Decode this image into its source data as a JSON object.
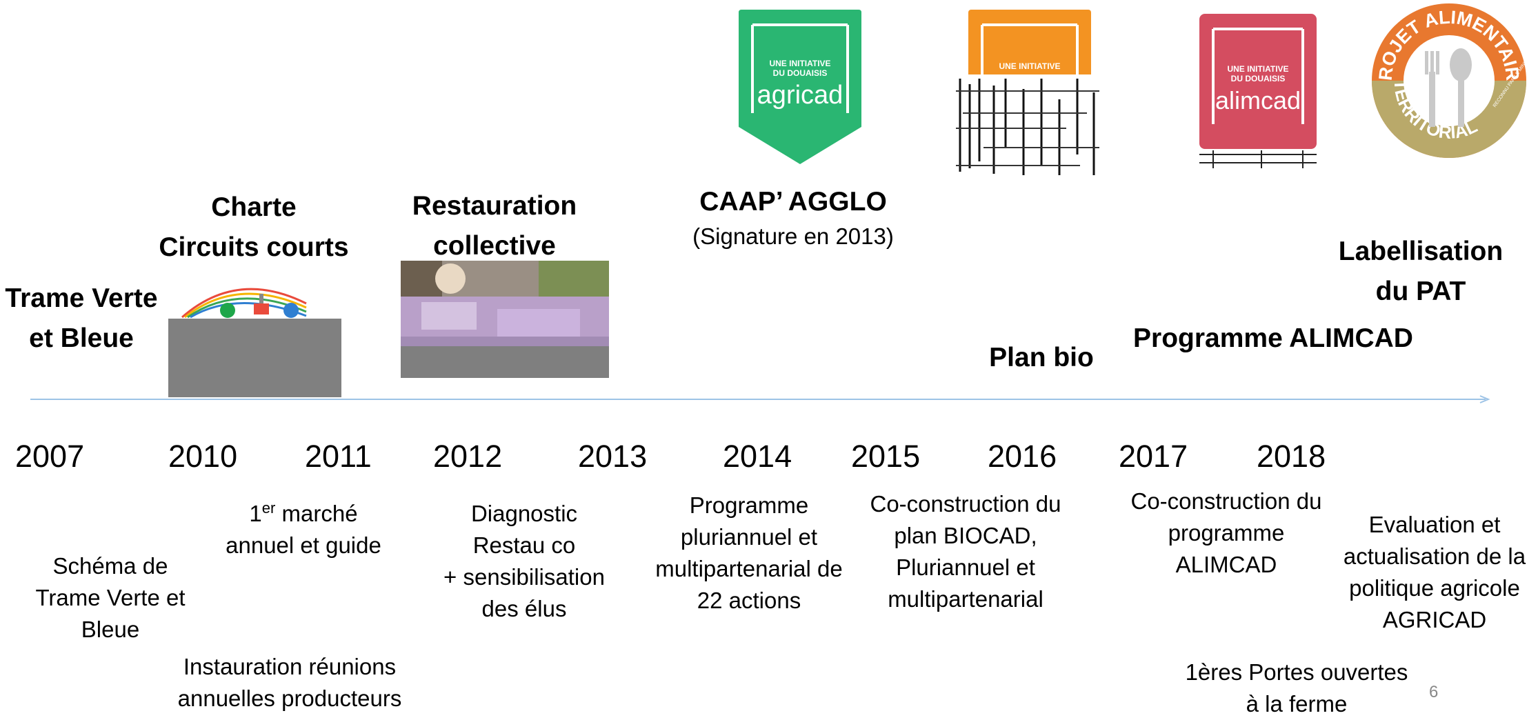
{
  "titles": {
    "trame": [
      "Trame Verte",
      "et Bleue"
    ],
    "charte": [
      "Charte",
      "Circuits courts"
    ],
    "restauration": [
      "Restauration",
      "collective"
    ],
    "caap": "CAAP’ AGGLO",
    "caap_sub": "(Signature en 2013)",
    "plan_bio": "Plan bio",
    "alimcad": "Programme ALIMCAD",
    "labellisation": [
      "Labellisation",
      "du PAT"
    ]
  },
  "years": [
    "2007",
    "2010",
    "2011",
    "2012",
    "2013",
    "2014",
    "2015",
    "2016",
    "2017",
    "2018"
  ],
  "descriptions": {
    "schema": [
      "Schéma de",
      "Trame Verte et",
      "Bleue"
    ],
    "marche_pre": "1",
    "marche_sup": "er",
    "marche_rest": " marché",
    "marche_line2": "annuel et guide",
    "reunions": [
      "Instauration réunions",
      "annuelles producteurs"
    ],
    "diagnostic": [
      "Diagnostic",
      "Restau co",
      "+ sensibilisation",
      "des élus"
    ],
    "programme": [
      "Programme",
      "pluriannuel et",
      "multipartenarial de",
      "22 actions"
    ],
    "biocad": [
      "Co-construction du",
      "plan BIOCAD,",
      "Pluriannuel et",
      "multipartenarial"
    ],
    "alimcad_prog": [
      "Co-construction du",
      "programme",
      "ALIMCAD"
    ],
    "evaluation": [
      "Evaluation et",
      "actualisation de la",
      "politique agricole",
      "AGRICAD"
    ],
    "portes": [
      "1ères Portes ouvertes",
      "à la ferme"
    ]
  },
  "logos": {
    "agricad": {
      "line1": "UNE INITIATIVE",
      "line2": "DU DOUAISIS",
      "name": "agricad",
      "color": "#2ab672"
    },
    "biocad": {
      "line1": "UNE INITIATIVE",
      "color": "#f39322"
    },
    "alimcad": {
      "line1": "UNE INITIATIVE",
      "line2": "DU DOUAISIS",
      "name": "alimcad",
      "color": "#d44d60"
    },
    "pat": {
      "top": "PROJET ALIMENTAIRE",
      "bottom": "TERRITORIAL",
      "side": "RECONNU PAR LE MINISTÈRE DE L'AGRICULTURE",
      "orange": "#e8782f",
      "olive": "#b9a96a"
    }
  },
  "page_number": "6",
  "colors": {
    "timeline": "#9dc3e6"
  }
}
